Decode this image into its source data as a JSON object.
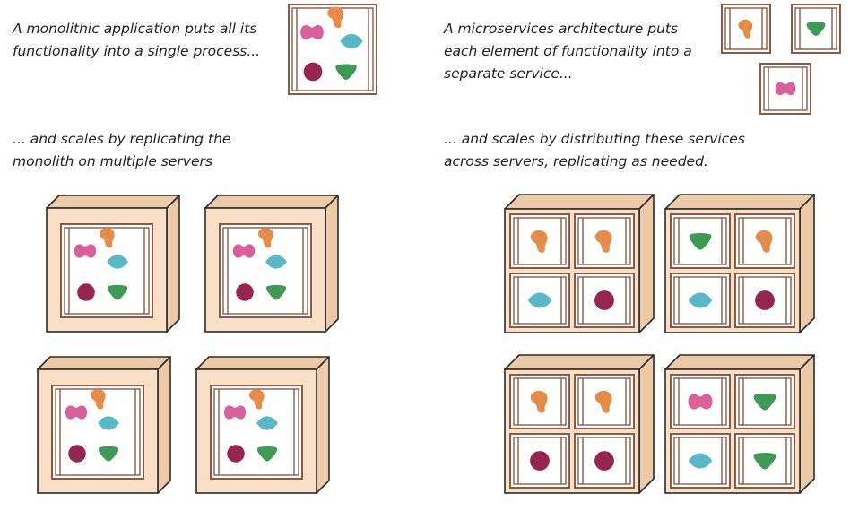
{
  "colors": {
    "frame": "#8a5a44",
    "box_face": "#f8dfc6",
    "box_side": "#eccaa8",
    "box_outline": "#2b2b2b",
    "panel": "#ffffff",
    "pink": "#d9609a",
    "orange": "#e48c48",
    "teal": "#58b8c6",
    "maroon": "#96264f",
    "green": "#3f9a55",
    "text": "#222222"
  },
  "monolith": {
    "caption_top": [
      "A monolithic application puts all its",
      "functionality into a single process..."
    ],
    "caption_bottom": [
      "... and scales by replicating the",
      "monolith on multiple servers"
    ],
    "app_icon": [
      "pink-blob",
      "orange-blob",
      "teal-diamond",
      "maroon-circle",
      "green-triangle"
    ],
    "server_count": 4
  },
  "microservices": {
    "caption_top": [
      "A microservices architecture puts",
      "each element of functionality into a",
      "separate service..."
    ],
    "caption_bottom": [
      "... and scales by distributing these services",
      "across servers, replicating as needed."
    ],
    "services": [
      "orange-blob",
      "green-triangle",
      "pink-blob"
    ],
    "servers": [
      [
        "orange-blob",
        "orange-blob",
        "teal-diamond",
        "maroon-circle"
      ],
      [
        "green-triangle",
        "orange-blob",
        "teal-diamond",
        "maroon-circle"
      ],
      [
        "orange-blob",
        "orange-blob",
        "maroon-circle",
        "maroon-circle"
      ],
      [
        "pink-blob",
        "green-triangle",
        "teal-diamond",
        "green-triangle"
      ]
    ]
  }
}
